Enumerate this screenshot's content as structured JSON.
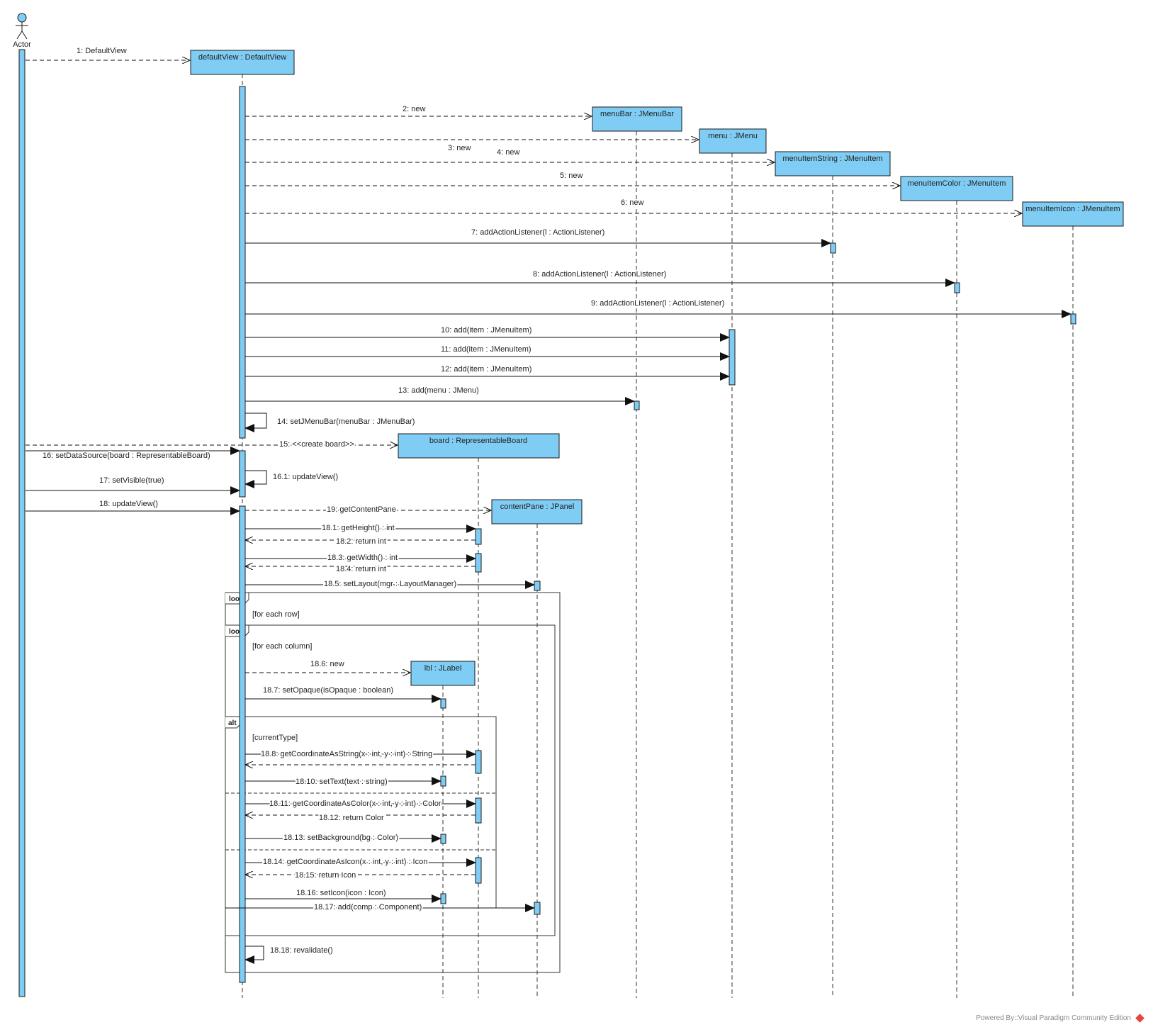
{
  "actor": "Actor",
  "lifelines": {
    "defaultView": "defaultView : DefaultView",
    "menuBar": "menuBar : JMenuBar",
    "menu": "menu : JMenu",
    "menuItemString": "menuItemString : JMenuItem",
    "menuItemColor": "menuItemColor : JMenuItem",
    "menuItemIcon": "menuItemIcon : JMenuItem",
    "board": "board : RepresentableBoard",
    "contentPane": "contentPane : JPanel",
    "lbl": "lbl : JLabel"
  },
  "messages": {
    "m1": "1: DefaultView",
    "m2": "2: new",
    "m3": "3: new",
    "m4": "4: new",
    "m5": "5: new",
    "m6": "6: new",
    "m7": "7: addActionListener(l : ActionListener)",
    "m8": "8: addActionListener(l : ActionListener)",
    "m9": "9: addActionListener(l : ActionListener)",
    "m10": "10: add(item : JMenuItem)",
    "m11": "11: add(item : JMenuItem)",
    "m12": "12: add(item : JMenuItem)",
    "m13": "13: add(menu : JMenu)",
    "m14": "14: setJMenuBar(menuBar : JMenuBar)",
    "m15": "15: <<create board>>",
    "m16": "16: setDataSource(board : RepresentableBoard)",
    "m16_1": "16.1: updateView()",
    "m17": "17: setVisible(true)",
    "m18": "18: updateView()",
    "m19": "19: getContentPane",
    "m18_1": "18.1: getHeight() : int",
    "m18_2": "18.2: return int",
    "m18_3": "18.3: getWidth() : int",
    "m18_4": "18.4: return int",
    "m18_5": "18.5: setLayout(mgr : LayoutManager)",
    "m18_6": "18.6: new",
    "m18_7": "18.7: setOpaque(isOpaque : boolean)",
    "m18_8": "18.8: getCoordinateAsString(x : int, y : int) : String",
    "m18_10": "18.10: setText(text : string)",
    "m18_11": "18.11: getCoordinateAsColor(x : int, y : int) : Color",
    "m18_12": "18.12: return Color",
    "m18_13": "18.13: setBackground(bg : Color)",
    "m18_14": "18.14: getCoordinateAsIcon(x : int, y : int) : Icon",
    "m18_15": "18.15: return Icon",
    "m18_16": "18.16: setIcon(icon : Icon)",
    "m18_17": "18.17: add(comp : Component)",
    "m18_18": "18.18: revalidate()"
  },
  "fragments": {
    "loop_outer": "loop",
    "loop_outer_guard": "[for each row]",
    "loop_inner": "loop",
    "loop_inner_guard": "[for each column]",
    "alt": "alt",
    "alt_guard": "[currentType]"
  },
  "footer": {
    "powered_by": "Powered By::Visual Paradigm Community Edition"
  },
  "colors": {
    "box_fill": "#7fcdf4",
    "stroke": "#1a1a1a"
  }
}
